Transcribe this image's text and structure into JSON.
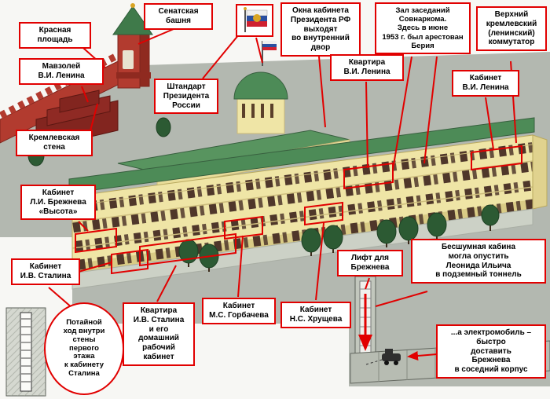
{
  "labels": {
    "senate_tower": "Сенатская\nбашня",
    "red_square": "Красная\nплощадь",
    "president_windows": "Окна кабинета\nПрезидента РФ\nвыходят\nво внутренний\nдвор",
    "sovnarkom_hall": "Зал заседаний\nСовнаркома.\nЗдесь в июне\n1953 г. был арестован\nБерия",
    "kremlin_switchboard": "Верхний\nкремлевский\n(ленинский)\nкоммутатор",
    "mausoleum": "Мавзолей\nВ.И. Ленина",
    "presidential_standard": "Штандарт\nПрезидента\nРоссии",
    "lenin_apartment": "Квартира\nВ.И. Ленина",
    "lenin_office": "Кабинет\nВ.И. Ленина",
    "kremlin_wall": "Кремлевская\nстена",
    "brezhnev_office": "Кабинет\nЛ.И. Брежнева\n«Высота»",
    "stalin_office": "Кабинет\nИ.В. Сталина",
    "secret_passage": "Потайной\nход внутри\nстены\nпервого\nэтажа\nк кабинету\nСталина",
    "stalin_apartment": "Квартира\nИ.В. Сталина\nи его\nдомашний\nрабочий\nкабинет",
    "gorbachev_office": "Кабинет\nМ.С. Горбачева",
    "khrushchev_office": "Кабинет\nН.С. Хрущева",
    "brezhnev_elevator": "Лифт для\nБрежнева",
    "silent_cabin": "Бесшумная кабина\nмогла опустить\nЛеонида Ильича\nв подземный тоннель",
    "electric_car": "...а электромобиль –\nбыстро\nдоставить\nБрежнева\nв соседний корпус"
  },
  "icons": {
    "presidential_standard_flag": "flag-icon"
  },
  "colors": {
    "accent_red": "#e10000",
    "building_yellow": "#efe5a6",
    "roof_green": "#4d8b57",
    "kremlin_wall_red": "#b23b2f",
    "mausoleum_maroon": "#82251f",
    "tree_green": "#2c5a33",
    "ground_gray": "#b3b8b0"
  }
}
